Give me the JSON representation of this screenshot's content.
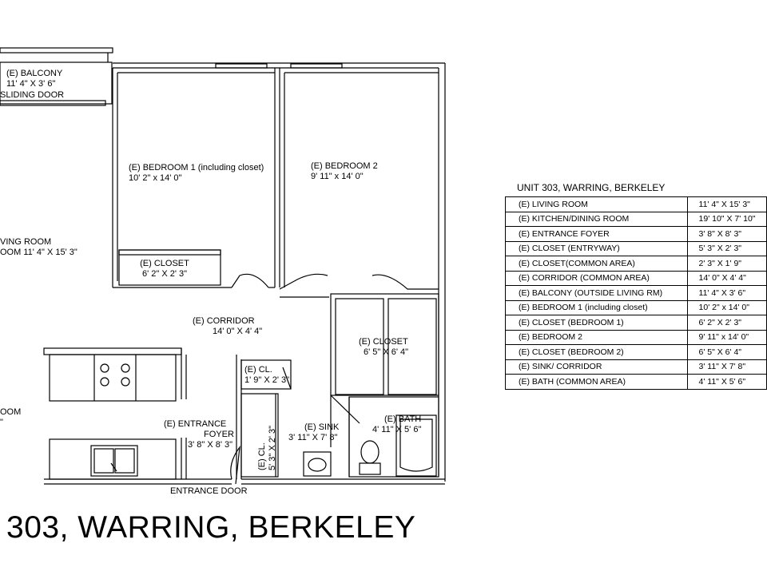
{
  "title": "303, WARRING, BERKELEY",
  "labels": {
    "balcony": {
      "name": "(E) BALCONY",
      "dims": "11' 4\" X 3' 6\"",
      "door": "SLIDING DOOR"
    },
    "bedroom1": {
      "name": "(E) BEDROOM 1 (including closet)",
      "dims": "10' 2\" x 14' 0\""
    },
    "bedroom2": {
      "name": "(E) BEDROOM 2",
      "dims": "9' 11\" x 14' 0\""
    },
    "living": {
      "name": "VING ROOM",
      "dims": "OOM 11' 4\" X 15' 3\""
    },
    "closet1": {
      "name": "(E) CLOSET",
      "dims": "6' 2\" X 2' 3\""
    },
    "corridor": {
      "name": "(E)   CORRIDOR",
      "dims": "14' 0\" X 4' 4\""
    },
    "closet2": {
      "name": "(E) CLOSET",
      "dims": "6' 5\" X 6' 4\""
    },
    "common_closet": {
      "name": "(E) CL.",
      "dims": "1' 9\" X 2' 3\""
    },
    "kitchen": {
      "name": "OOM",
      "dims": "\""
    },
    "foyer": {
      "name": "(E)   ENTRANCE",
      "name2": "FOYER",
      "dims": "3' 8\" X 8' 3\""
    },
    "entry_closet": {
      "name": "(E) CL.",
      "dims": "5' 3\" X 2' 3\""
    },
    "sink": {
      "name": "(E) SINK",
      "dims": "3' 11\" X 7' 8\""
    },
    "bath": {
      "name": "(E) BATH",
      "dims": "4' 11\" X 5' 6\""
    },
    "entrance_door": "ENTRANCE DOOR"
  },
  "table": {
    "title": "UNIT 303, WARRING, BERKELEY",
    "rows": [
      {
        "name": "(E) LIVING ROOM",
        "dims": "11' 4\" X 15' 3\""
      },
      {
        "name": "(E) KITCHEN/DINING ROOM",
        "dims": "19' 10\" X 7' 10\""
      },
      {
        "name": "(E) ENTRANCE FOYER",
        "dims": "3' 8\" X 8' 3\""
      },
      {
        "name": "(E) CLOSET (ENTRYWAY)",
        "dims": "5' 3\" X 2' 3\""
      },
      {
        "name": "(E)   CLOSET(COMMON AREA)",
        "dims": "2' 3\" X 1' 9\""
      },
      {
        "name": "(E) CORRIDOR (COMMON AREA)",
        "dims": "14' 0\" X 4' 4\""
      },
      {
        "name": "(E) BALCONY (OUTSIDE LIVING RM)",
        "dims": "11' 4\" X 3' 6\""
      },
      {
        "name": "(E) BEDROOM 1 (including closet)",
        "dims": "10' 2\" x 14' 0\""
      },
      {
        "name": "(E) CLOSET (BEDROOM 1)",
        "dims": "6' 2\" X 2' 3\""
      },
      {
        "name": "(E) BEDROOM 2",
        "dims": "9' 11\" x 14' 0\""
      },
      {
        "name": "(E) CLOSET (BEDROOM 2)",
        "dims": "6' 5\" X 6' 4\""
      },
      {
        "name": "(E) SINK/ CORRIDOR",
        "dims": "3' 11\" X 7' 8\""
      },
      {
        "name": "(E) BATH (COMMON AREA)",
        "dims": "4' 11\" X 5' 6\""
      }
    ]
  }
}
